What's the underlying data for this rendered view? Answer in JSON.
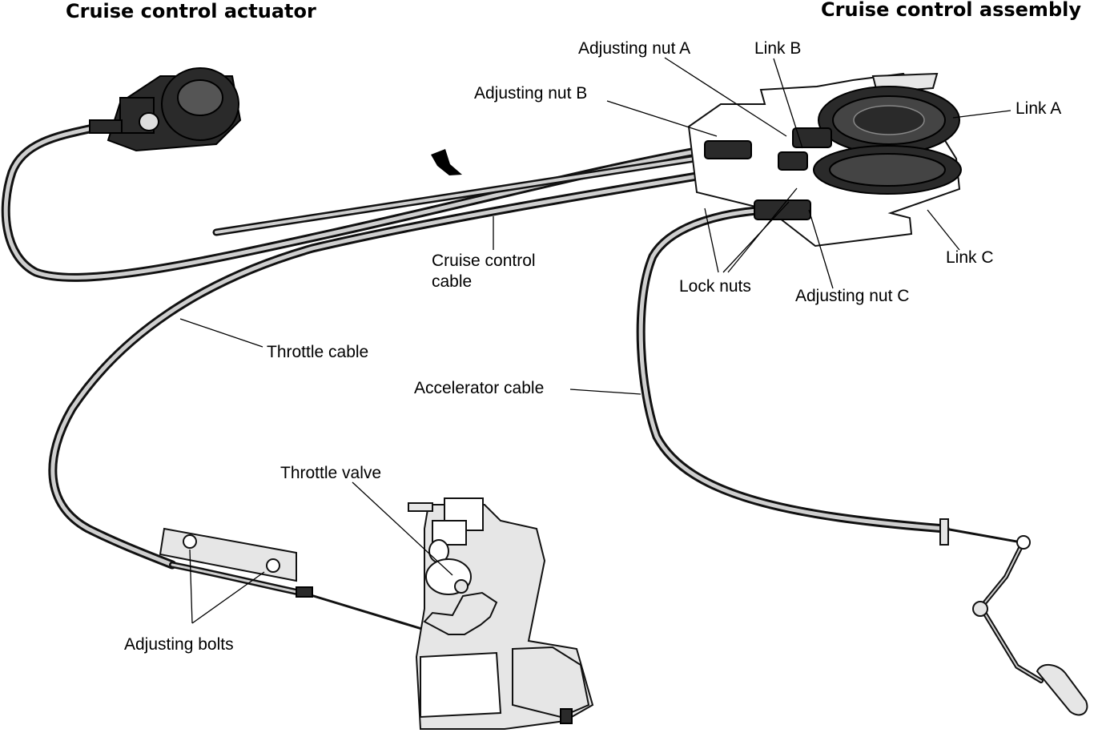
{
  "headings": {
    "actuator": "Cruise  control  actuator",
    "assembly": "Cruise  control  assembly"
  },
  "labels": {
    "adjusting_nut_a": "Adjusting nut A",
    "link_b": "Link B",
    "adjusting_nut_b": "Adjusting nut B",
    "link_a": "Link A",
    "cruise_control_cable_line1": "Cruise control",
    "cruise_control_cable_line2": "cable",
    "link_c": "Link C",
    "lock_nuts": "Lock nuts",
    "adjusting_nut_c": "Adjusting nut C",
    "throttle_cable": "Throttle cable",
    "accelerator_cable": "Accelerator cable",
    "throttle_valve": "Throttle valve",
    "adjusting_bolts": "Adjusting bolts"
  }
}
